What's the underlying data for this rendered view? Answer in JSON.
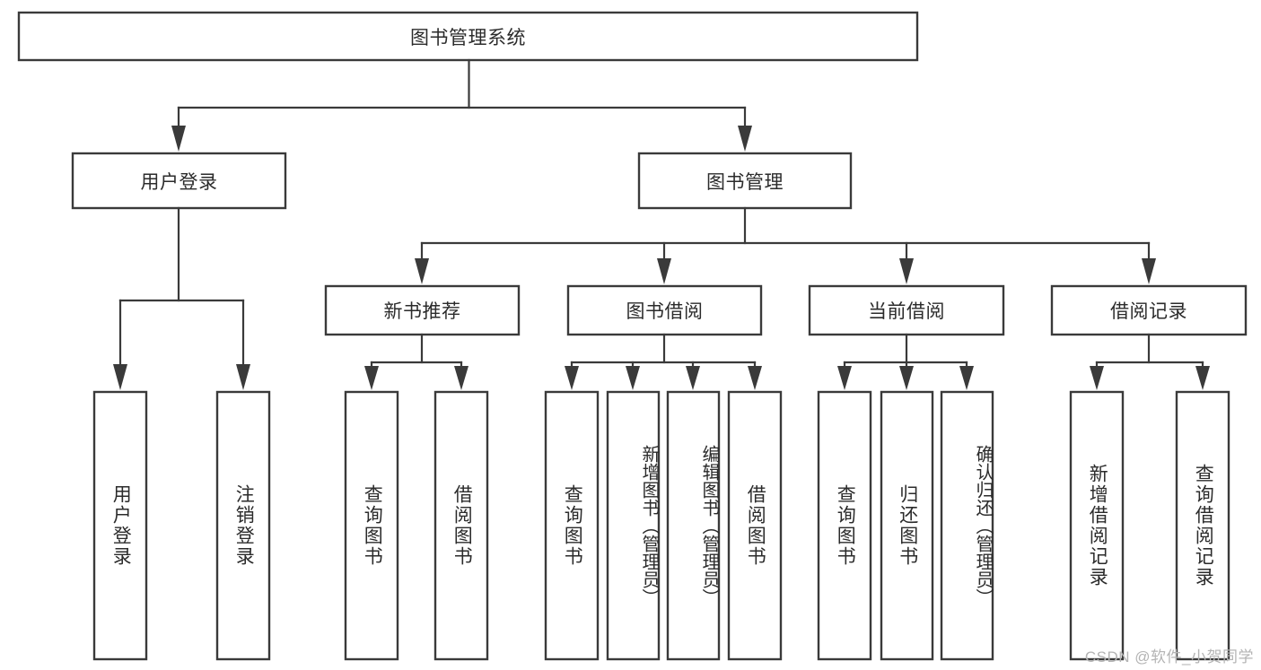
{
  "diagram": {
    "title": "图书管理系统",
    "type": "hierarchy-tree",
    "watermark": "CSDN @软件_小贺同学",
    "colors": {
      "stroke": "#3a3a3a",
      "box_fill": "#ffffff",
      "text": "#2b2b2b",
      "background": "#ffffff",
      "watermark": "#b4b4b4"
    },
    "root": {
      "label": "图书管理系统"
    },
    "level2": [
      {
        "label": "用户登录"
      },
      {
        "label": "图书管理"
      }
    ],
    "level3": [
      {
        "label": "新书推荐"
      },
      {
        "label": "图书借阅"
      },
      {
        "label": "当前借阅"
      },
      {
        "label": "借阅记录"
      }
    ],
    "leaves": {
      "user_login": [
        {
          "label": "用户登录"
        },
        {
          "label": "注销登录"
        }
      ],
      "new_book_recommend": [
        {
          "label": "查询图书"
        },
        {
          "label": "借阅图书"
        }
      ],
      "book_borrow": [
        {
          "label": "查询图书"
        },
        {
          "label": "新增图书（管理员）"
        },
        {
          "label": "编辑图书（管理员）"
        },
        {
          "label": "借阅图书"
        }
      ],
      "current_borrow": [
        {
          "label": "查询图书"
        },
        {
          "label": "归还图书"
        },
        {
          "label": "确认归还（管理员）"
        }
      ],
      "borrow_record": [
        {
          "label": "新增借阅记录"
        },
        {
          "label": "查询借阅记录"
        }
      ]
    }
  }
}
